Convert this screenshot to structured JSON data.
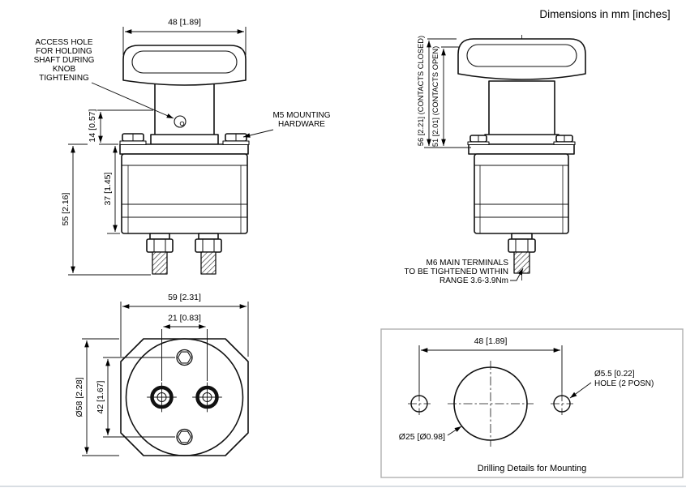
{
  "page": {
    "units_note": "Dimensions in mm [inches]",
    "line_color": "#000000",
    "background": "#ffffff"
  },
  "front_view": {
    "dims": {
      "knob_width": "48 [1.89]",
      "shaft_height": "14 [0.57]",
      "body_height": "37 [1.45]",
      "overall_height": "55 [2.16]"
    },
    "access_hole_label": {
      "line1": "ACCESS HOLE",
      "line2": "FOR HOLDING",
      "line3": "SHAFT DURING",
      "line4": "KNOB",
      "line5": "TIGHTENING"
    },
    "m5_label": {
      "line1": "M5 MOUNTING",
      "line2": "HARDWARE"
    }
  },
  "side_view": {
    "dims": {
      "contacts_closed": "56 [2.21] (CONTACTS CLOSED)",
      "contacts_open": "51 [2.01] (CONTACTS OPEN)"
    },
    "m6_label": {
      "line1": "M6 MAIN TERMINALS",
      "line2": "TO BE TIGHTENED WITHIN",
      "line3": "RANGE 3.6-3.9Nm"
    }
  },
  "bottom_view": {
    "dims": {
      "body_width": "59 [2.31]",
      "terminal_spacing": "21 [0.83]",
      "screw_spacing": "42 [1.67]",
      "knob_diameter": "Ø58 [2.28]"
    }
  },
  "drilling_details": {
    "dims": {
      "hole_spacing": "48 [1.89]",
      "centre_hole": "Ø25 [Ø0.98]"
    },
    "hole_label": {
      "line1": "Ø5.5 [0.22]",
      "line2": "HOLE (2 POSN)"
    },
    "caption": "Drilling Details for Mounting"
  }
}
